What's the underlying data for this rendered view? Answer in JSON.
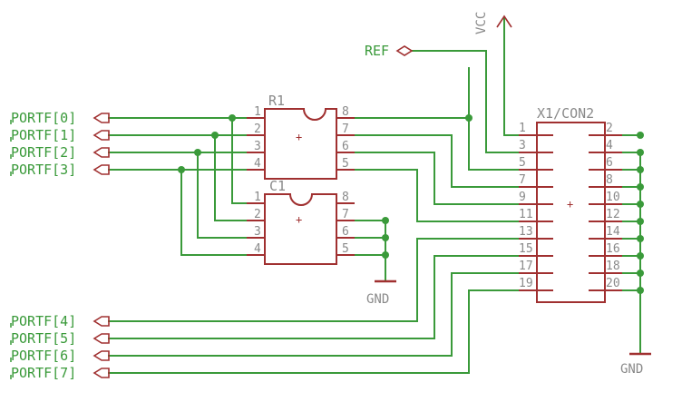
{
  "components": {
    "r1": {
      "name": "R1",
      "left_pins": [
        "1",
        "2",
        "3",
        "4"
      ],
      "right_pins": [
        "8",
        "7",
        "6",
        "5"
      ],
      "polarity": "+"
    },
    "c1": {
      "name": "C1",
      "left_pins": [
        "1",
        "2",
        "3",
        "4"
      ],
      "right_pins": [
        "8",
        "7",
        "6",
        "5"
      ],
      "polarity": "+"
    },
    "x1": {
      "name": "X1/CON2",
      "left_pins": [
        "1",
        "3",
        "5",
        "7",
        "9",
        "11",
        "13",
        "15",
        "17",
        "19"
      ],
      "right_pins": [
        "2",
        "4",
        "6",
        "8",
        "10",
        "12",
        "14",
        "16",
        "18",
        "20"
      ],
      "polarity": "+"
    }
  },
  "nets": {
    "portf_upper": [
      "PORTF[0]",
      "PORTF[1]",
      "PORTF[2]",
      "PORTF[3]"
    ],
    "portf_lower": [
      "PORTF[4]",
      "PORTF[5]",
      "PORTF[6]",
      "PORTF[7]"
    ],
    "ref": "REF",
    "vcc": "VCC",
    "gnd_c1": "GND",
    "gnd_con": "GND"
  },
  "colors": {
    "wire": "#3a9a3a",
    "part": "#a03030",
    "text": "#8a8a8a"
  }
}
